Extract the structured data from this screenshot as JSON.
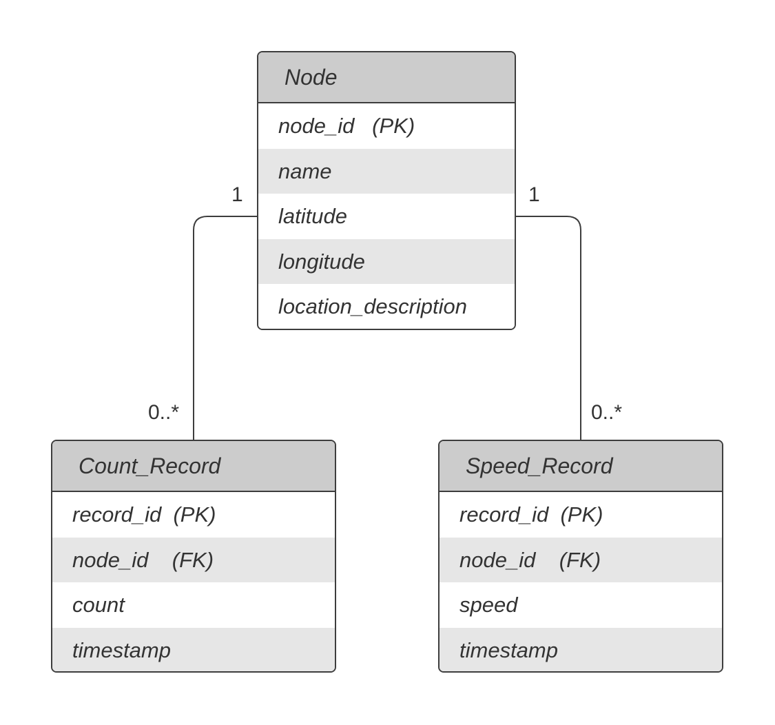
{
  "entities": {
    "node": {
      "title": "Node",
      "attributes": [
        "node_id   (PK)",
        "name",
        "latitude",
        "longitude",
        "location_description"
      ]
    },
    "count_record": {
      "title": "Count_Record",
      "attributes": [
        "record_id  (PK)",
        "node_id    (FK)",
        "count",
        "timestamp"
      ]
    },
    "speed_record": {
      "title": "Speed_Record",
      "attributes": [
        "record_id  (PK)",
        "node_id    (FK)",
        "speed",
        "timestamp"
      ]
    }
  },
  "relationships": [
    {
      "from": "Node",
      "to": "Count_Record",
      "from_multiplicity": "1",
      "to_multiplicity": "0..*"
    },
    {
      "from": "Node",
      "to": "Speed_Record",
      "from_multiplicity": "1",
      "to_multiplicity": "0..*"
    }
  ],
  "colors": {
    "header_fill": "#cccccc",
    "stripe_fill": "#e6e6e6",
    "row_fill": "#ffffff",
    "border": "#3d3d3d",
    "text": "#333333"
  }
}
